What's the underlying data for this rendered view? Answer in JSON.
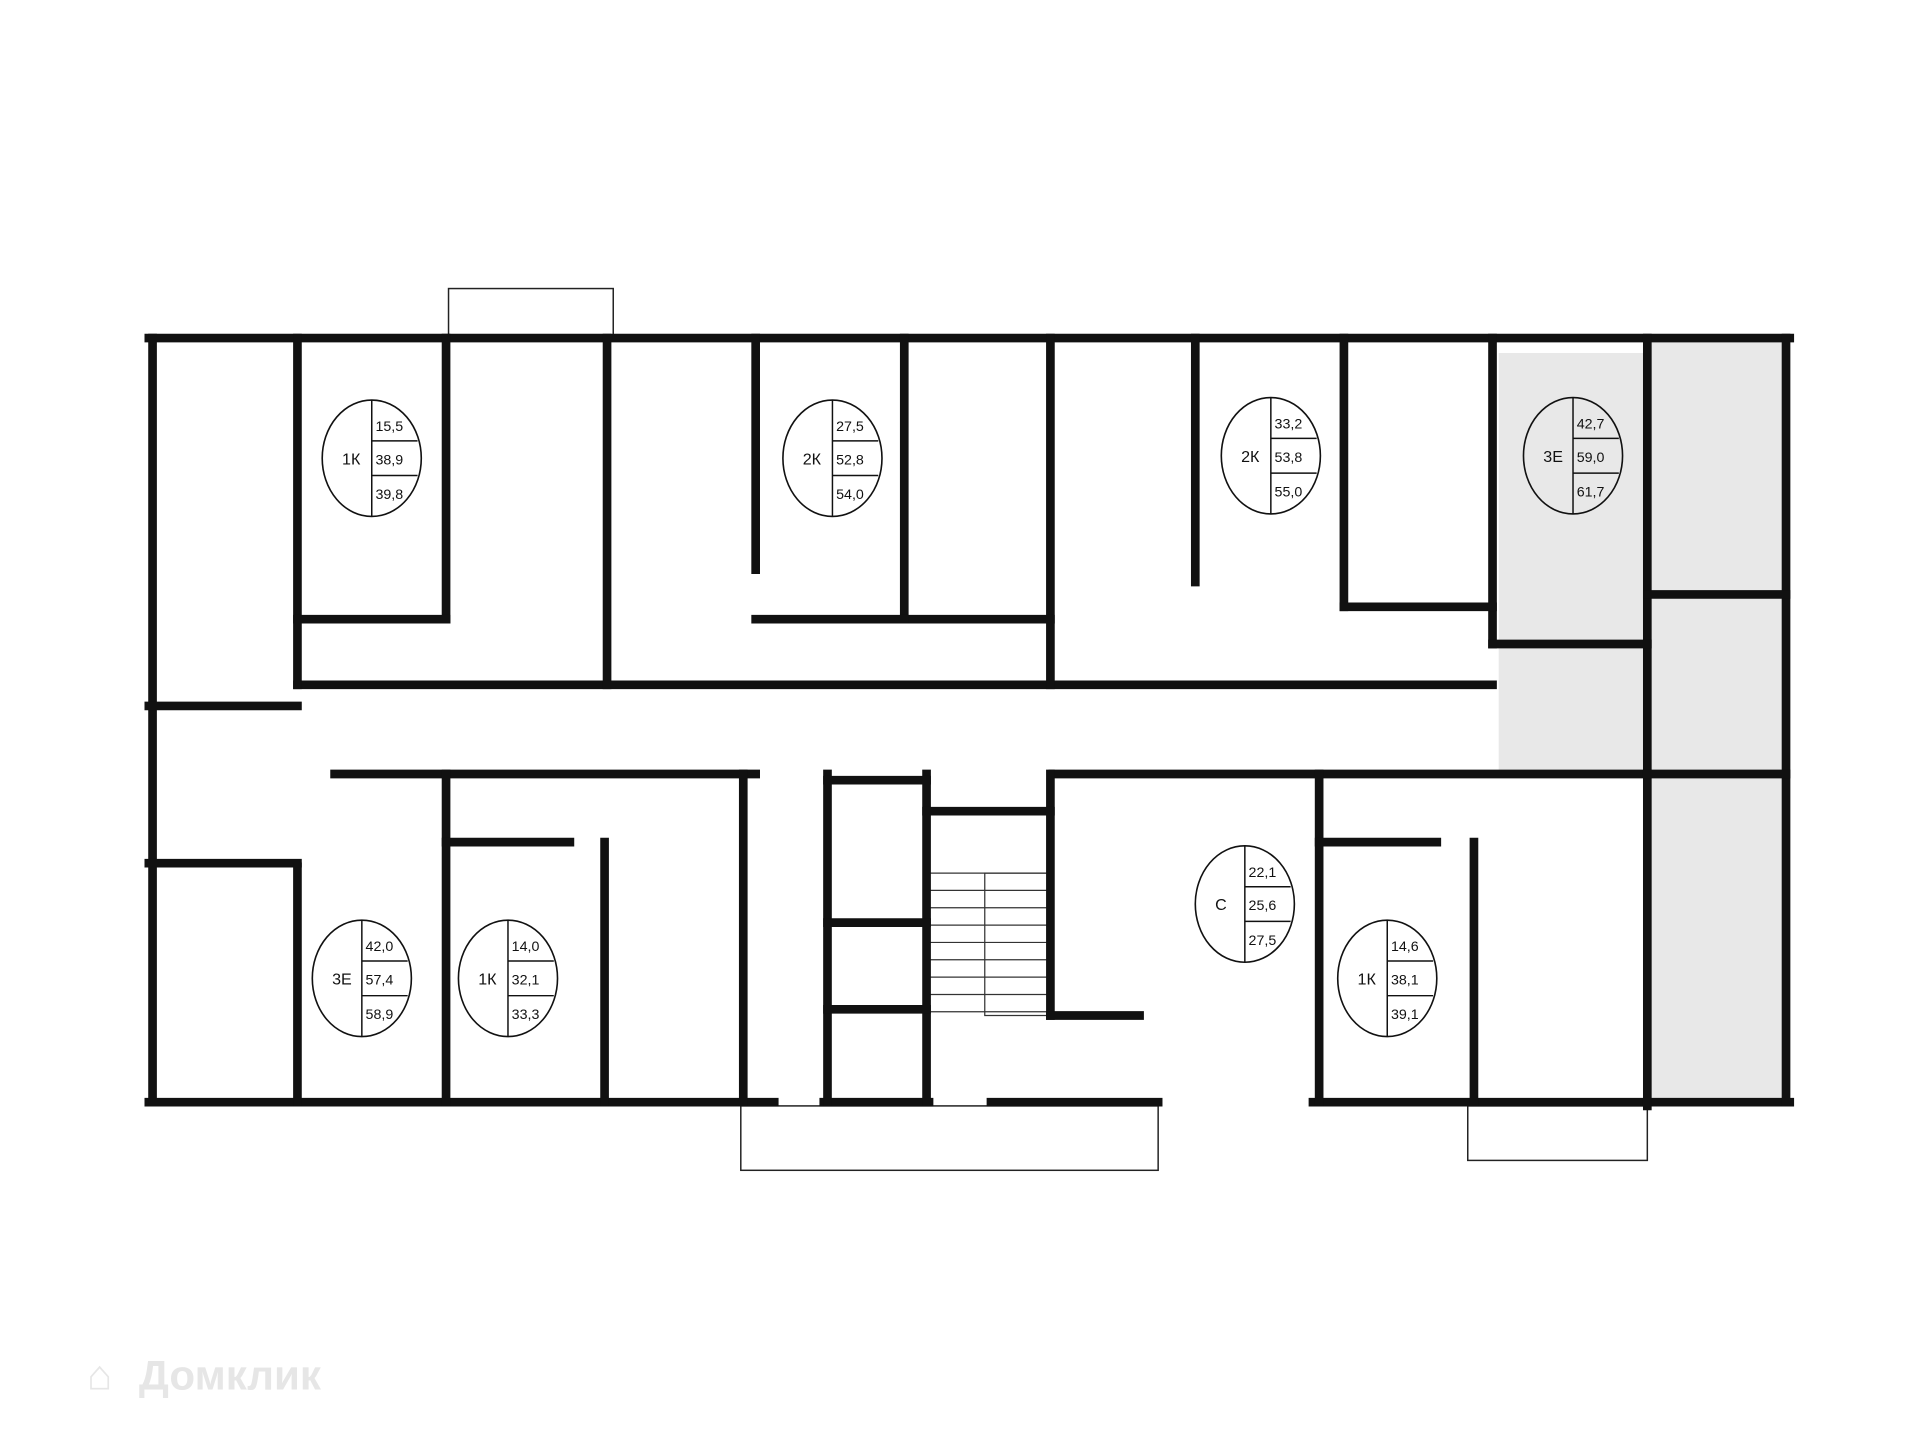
{
  "watermark": "Домклик",
  "colors": {
    "wall": "#111111",
    "highlight": "#e8e8e8",
    "background": "#ffffff"
  },
  "apartments": [
    {
      "type": "1К",
      "values": [
        "15,5",
        "38,9",
        "39,8"
      ],
      "highlighted": false
    },
    {
      "type": "2К",
      "values": [
        "27,5",
        "52,8",
        "54,0"
      ],
      "highlighted": false
    },
    {
      "type": "2К",
      "values": [
        "33,2",
        "53,8",
        "55,0"
      ],
      "highlighted": false
    },
    {
      "type": "3Е",
      "values": [
        "42,7",
        "59,0",
        "61,7"
      ],
      "highlighted": true
    },
    {
      "type": "3Е",
      "values": [
        "42,0",
        "57,4",
        "58,9"
      ],
      "highlighted": false
    },
    {
      "type": "1К",
      "values": [
        "14,0",
        "32,1",
        "33,3"
      ],
      "highlighted": false
    },
    {
      "type": "С",
      "values": [
        "22,1",
        "25,6",
        "27,5"
      ],
      "highlighted": false
    },
    {
      "type": "1К",
      "values": [
        "14,6",
        "38,1",
        "39,1"
      ],
      "highlighted": false
    }
  ]
}
